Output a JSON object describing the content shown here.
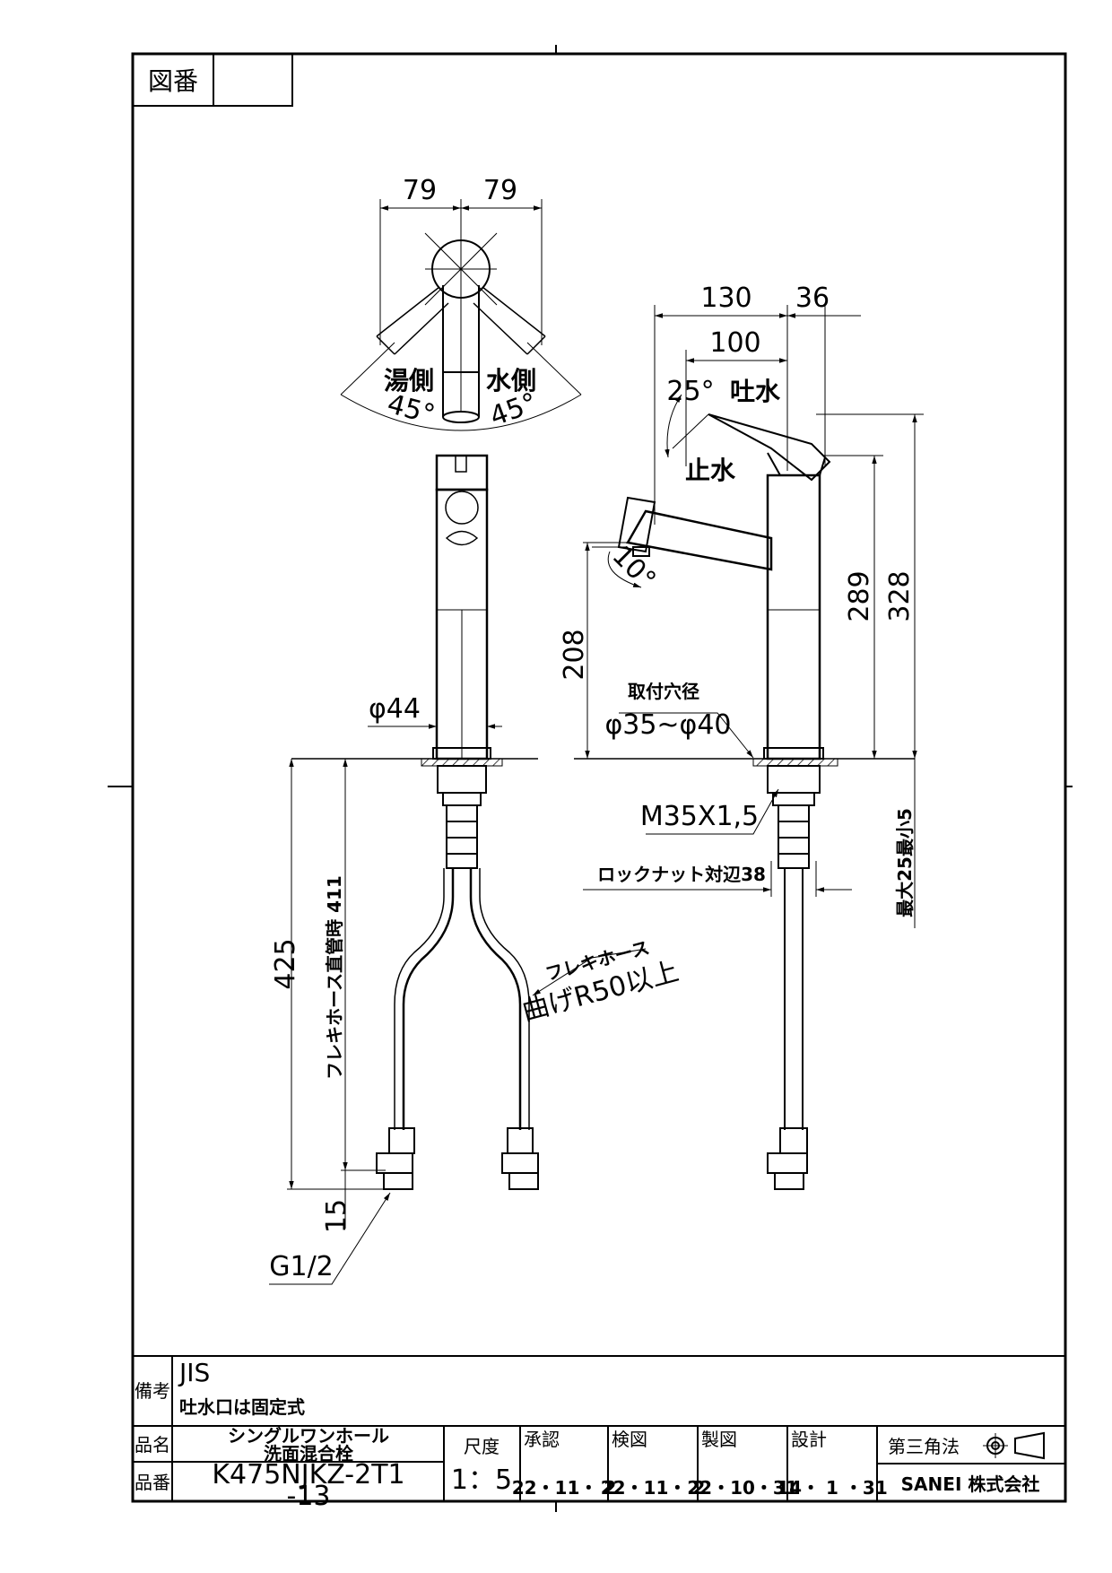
{
  "header": {
    "zuban_label": "図番",
    "zuban_value": ""
  },
  "top_view": {
    "dim_left": "79",
    "dim_right": "79",
    "hot_label": "湯側",
    "cold_label": "水側",
    "hot_angle": "45°",
    "cold_angle": "45°"
  },
  "front_view": {
    "dia_body": "φ44",
    "dim_425": "425",
    "hose_straight": "フレキホース直管時 411",
    "dim_15": "15",
    "thread": "G1/2",
    "hose_note_1": "フレキホース",
    "hose_note_2": "曲げR50以上"
  },
  "side_view": {
    "dim_130": "130",
    "dim_36": "36",
    "dim_100": "100",
    "spout_angle": "25°",
    "spout_label": "吐水",
    "stop_label": "止水",
    "tilt_angle": "10°",
    "dim_208": "208",
    "dim_289": "289",
    "dim_328": "328",
    "hole_title": "取付穴径",
    "hole_range": "φ35~φ40",
    "mount_thread": "M35X1,5",
    "locknut": "ロックナット対辺38",
    "max_thickness": "最大25最小5"
  },
  "title_block": {
    "remarks_label": "備考",
    "remarks_line1": "JIS",
    "remarks_line2": "吐水口は固定式",
    "name_label": "品名",
    "name_line1": "シングルワンホール",
    "name_line2": "洗面混合栓",
    "part_label": "品番",
    "part_line1": "K475NJKZ-2T1",
    "part_line2": "-13",
    "scale_label": "尺度",
    "scale_value": "1：5",
    "approve_label": "承認",
    "approve_date": "22・11・ 2",
    "check_label": "検図",
    "check_date": "22・11・ 2",
    "draw_label": "製図",
    "draw_date": "22・10・31",
    "design_label": "設計",
    "design_date": "14・ 1 ・31",
    "projection_label": "第三角法",
    "company": "SANEI 株式会社"
  }
}
